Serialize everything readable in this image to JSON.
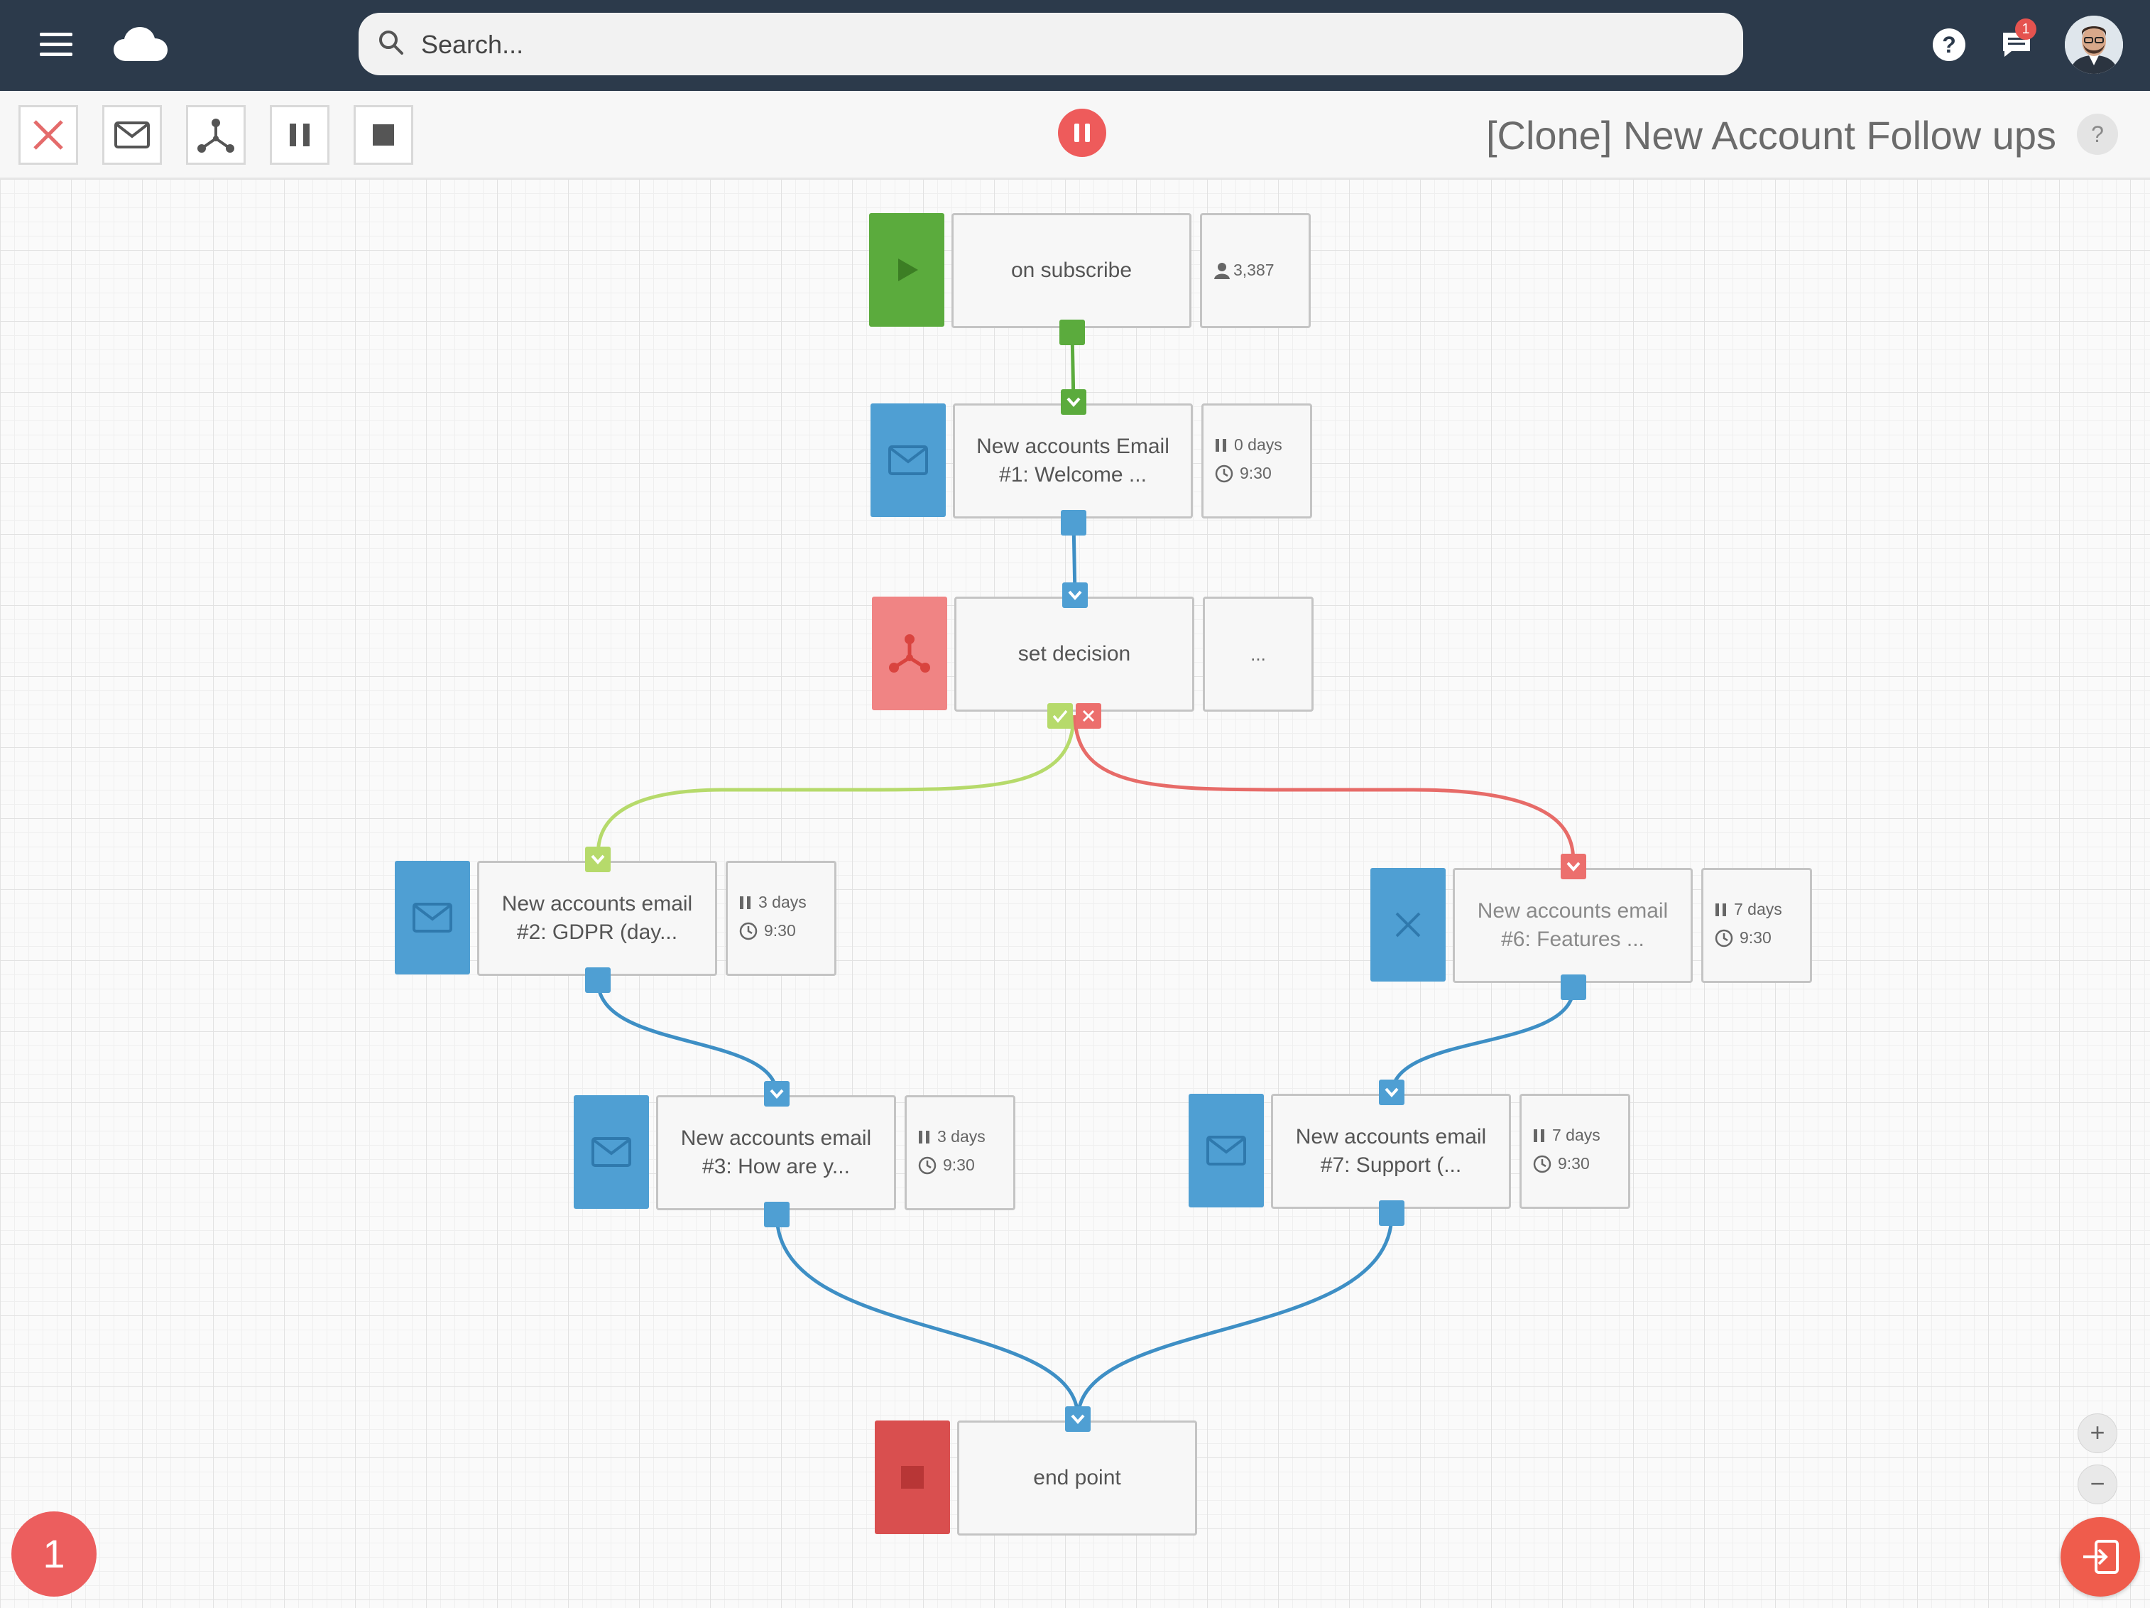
{
  "topbar": {
    "search_placeholder": "Search...",
    "help_label": "?",
    "chat_badge": "1",
    "icons": [
      "menu-icon",
      "cloud-logo-icon",
      "search-icon",
      "help-icon",
      "chat-icon",
      "user-avatar"
    ]
  },
  "toolbar": {
    "buttons": [
      "close",
      "email",
      "split",
      "pause",
      "stop"
    ],
    "title": "[Clone] New Account Follow ups",
    "help_label": "?"
  },
  "colors": {
    "topbar": "#2c3a4b",
    "green": "#5bab3d",
    "blue": "#4f9fd3",
    "salmon": "#f08484",
    "red": "#d94f4f",
    "yes_wire": "#b6da6b",
    "no_wire": "#e76b68"
  },
  "workflow": {
    "trigger": {
      "label": "on subscribe",
      "subscribers": "3,387"
    },
    "email1": {
      "line1": "New accounts Email",
      "line2": "#1: Welcome ...",
      "delay": "0 days",
      "time": "9:30"
    },
    "decision": {
      "label": "set decision",
      "more": "..."
    },
    "email2": {
      "line1": "New accounts email",
      "line2": "#2: GDPR (day...",
      "delay": "3 days",
      "time": "9:30"
    },
    "email3": {
      "line1": "New accounts email",
      "line2": "#3: How are y...",
      "delay": "3 days",
      "time": "9:30"
    },
    "email6": {
      "line1": "New accounts email",
      "line2": "#6: Features ...",
      "delay": "7 days",
      "time": "9:30"
    },
    "email7": {
      "line1": "New accounts email",
      "line2": "#7: Support (...",
      "delay": "7 days",
      "time": "9:30"
    },
    "end": {
      "label": "end point"
    }
  },
  "zoom": {
    "in": "+",
    "out": "−"
  },
  "counter": "1"
}
